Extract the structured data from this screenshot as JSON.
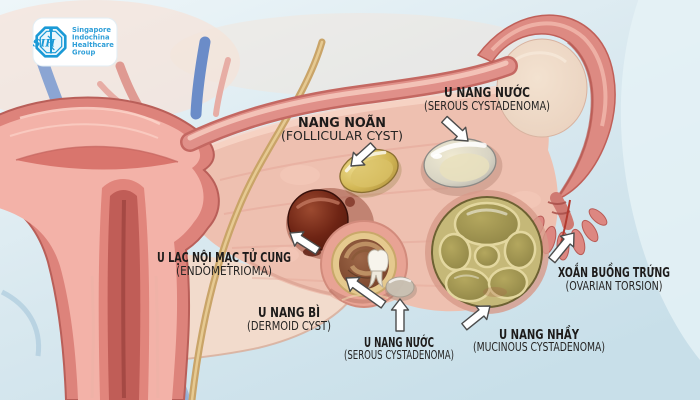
{
  "logo": {
    "abbr": "SIH",
    "lines": [
      "Singapore",
      "Indochina",
      "Healthcare",
      "Group"
    ],
    "color": "#1b9ad6"
  },
  "labels": {
    "follicular": {
      "vi": "NANG NOÃN",
      "en": "(FOLLICULAR CYST)"
    },
    "serous_top": {
      "vi": "U NANG NƯỚC",
      "en": "(SEROUS CYSTADENOMA)"
    },
    "endometrioma": {
      "vi": "U LẠC NỘI MẠC TỬ CUNG",
      "en": "(ENDOMETRIOMA)"
    },
    "dermoid": {
      "vi": "U NANG BÌ",
      "en": "(DERMOID CYST)"
    },
    "serous_bottom": {
      "vi": "U NANG NƯỚC",
      "en": "(SEROUS CYSTADENOMA)"
    },
    "mucinous": {
      "vi": "U NANG NHẦY",
      "en": "(MUCINOUS CYSTADENOMA)"
    },
    "torsion": {
      "vi": "XOẮN BUỒNG TRỨNG",
      "en": "(OVARIAN TORSION)"
    }
  },
  "colors": {
    "background_top": "#eef6f9",
    "background_bottom": "#c8dfe9",
    "uterus_outer": "#dd837b",
    "uterus_muscle": "#f3b2a8",
    "uterus_cavity": "#c05d57",
    "fallopian_tube": "#e09089",
    "ovary_ligament": "#eec0b0",
    "follicular_cyst": "#d3b856",
    "serous_cystadenoma": "#d8d4c4",
    "endometrioma": "#5e1d0f",
    "dermoid_wall": "#e5c98e",
    "dermoid_interior": "#7a452c",
    "mucinous_cystadenoma": "#a89b52",
    "label_text": "#1d1b1a",
    "arrow_fill": "#ffffff",
    "arrow_stroke": "#4c4c4c",
    "logo_blue": "#1b9ad6"
  }
}
